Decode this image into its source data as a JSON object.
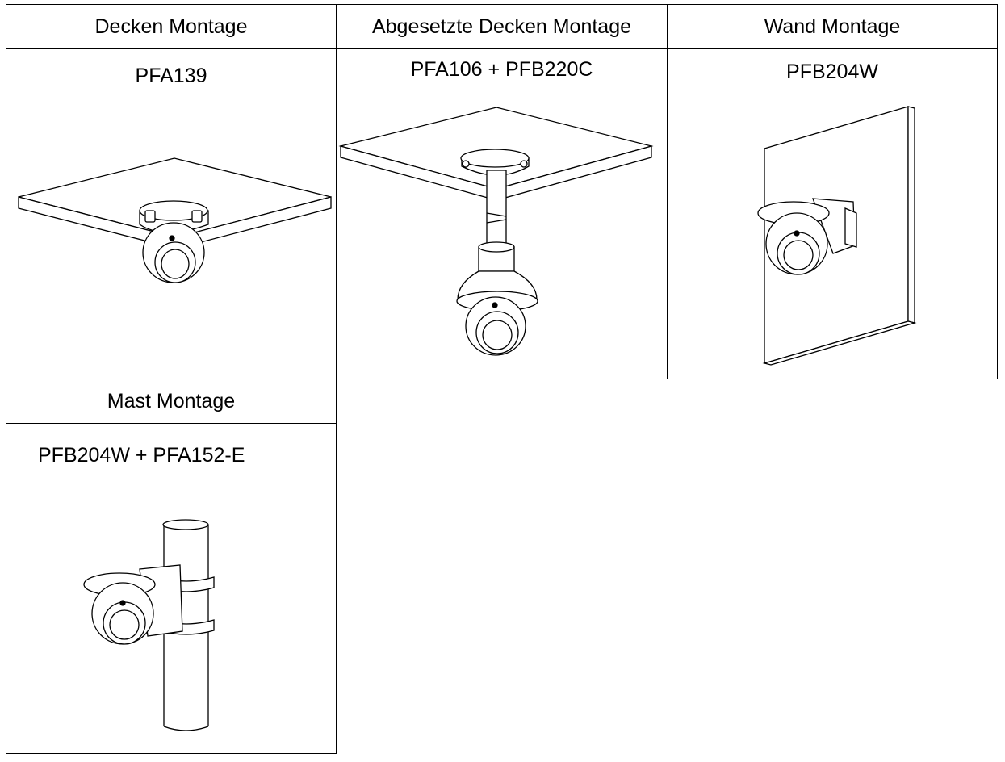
{
  "table": {
    "cells": [
      {
        "header": "Decken Montage",
        "model": "PFA139"
      },
      {
        "header": "Abgesetzte Decken Montage",
        "model": "PFA106 + PFB220C"
      },
      {
        "header": "Wand Montage",
        "model": "PFB204W"
      },
      {
        "header": "Mast Montage",
        "model": "PFB204W + PFA152-E"
      }
    ]
  }
}
